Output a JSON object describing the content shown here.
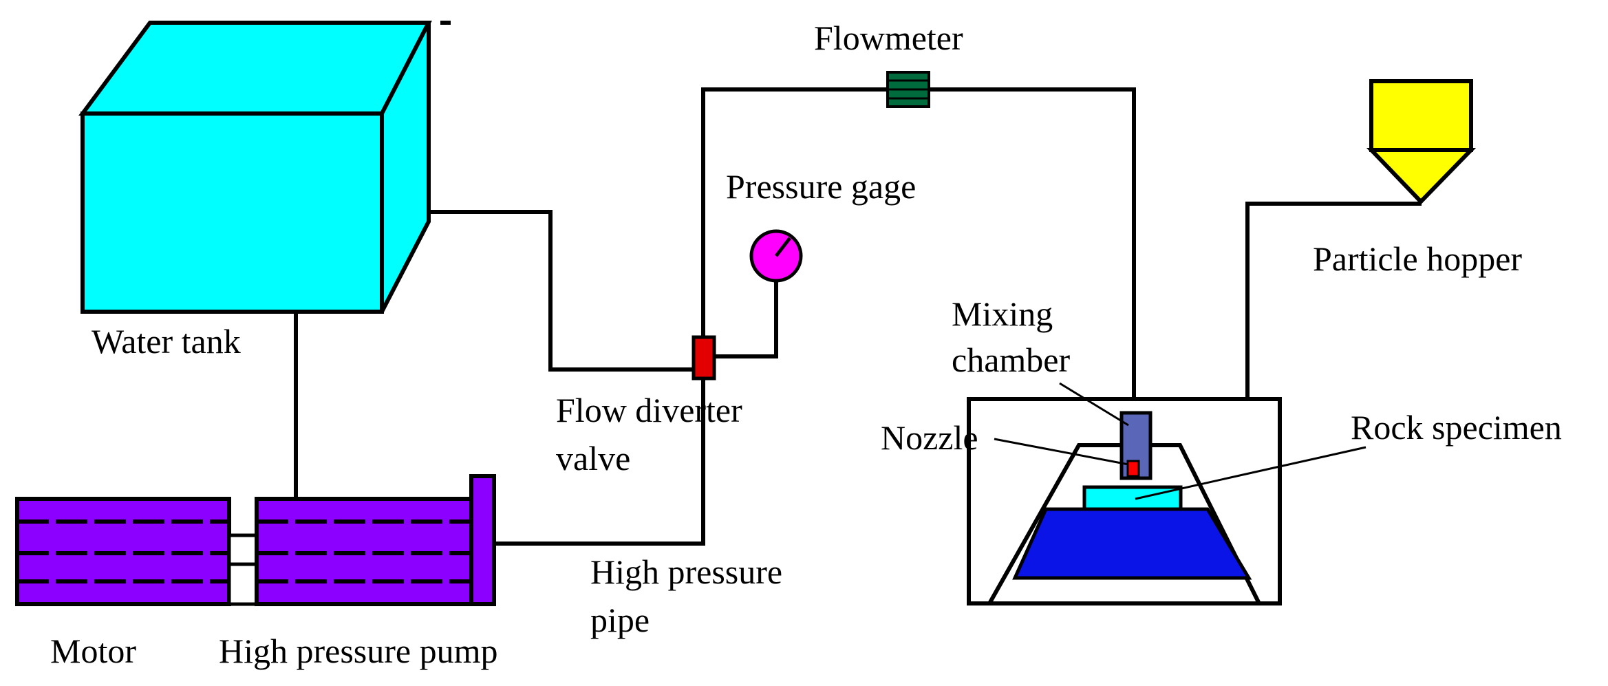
{
  "labels": {
    "water_tank": "Water tank",
    "motor": "Motor",
    "pump": "High pressure pump",
    "flowmeter": "Flowmeter",
    "pressure_gage": "Pressure gage",
    "diverter_line1": "Flow diverter",
    "diverter_line2": "valve",
    "pipe_line1": "High pressure",
    "pipe_line2": "pipe",
    "hopper": "Particle hopper",
    "mixing_line1": "Mixing",
    "mixing_line2": "chamber",
    "nozzle": "Nozzle",
    "rock": "Rock specimen"
  },
  "colors": {
    "water_tank": "#00FFFF",
    "motor_pump": "#8B00FF",
    "flowmeter": "#006B3C",
    "pressure_gage": "#FF00FF",
    "diverter_valve": "#E30000",
    "hopper": "#FFFF00",
    "mixing_chamber": "#5A67B8",
    "nozzle_tip": "#FF0000",
    "rock_specimen": "#00FFFF",
    "support_base": "#0A14E6"
  }
}
